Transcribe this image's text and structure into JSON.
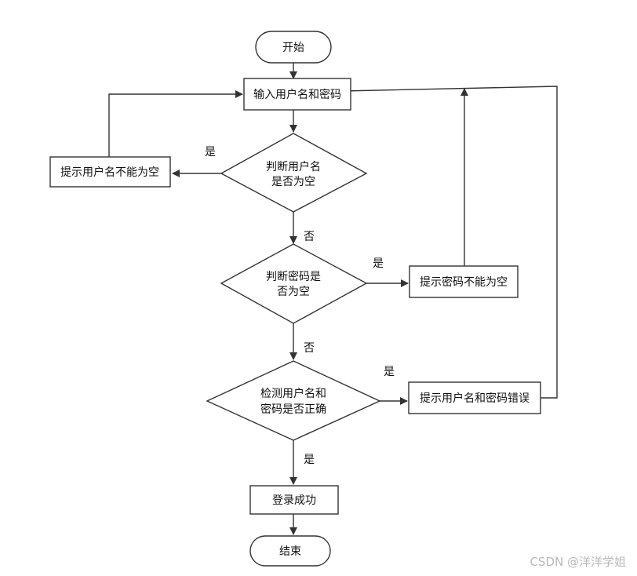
{
  "nodes": {
    "start": "开始",
    "input": "输入用户名和密码",
    "check_user_line1": "判断用户名",
    "check_user_line2": "是否为空",
    "prompt_user_empty": "提示用户名不能为空",
    "check_pwd_line1": "判断密码是",
    "check_pwd_line2": "否为空",
    "prompt_pwd_empty": "提示密码不能为空",
    "verify_line1": "检测用户名和",
    "verify_line2": "密码是否正确",
    "prompt_error": "提示用户名和密码错误",
    "login_success": "登录成功",
    "end": "结束"
  },
  "edge_labels": {
    "user_empty_yes": "是",
    "user_empty_no": "否",
    "pwd_empty_yes": "是",
    "pwd_empty_no": "否",
    "verify_top": "是",
    "verify_bottom": "是"
  },
  "watermark": "CSDN @洋洋学姐"
}
